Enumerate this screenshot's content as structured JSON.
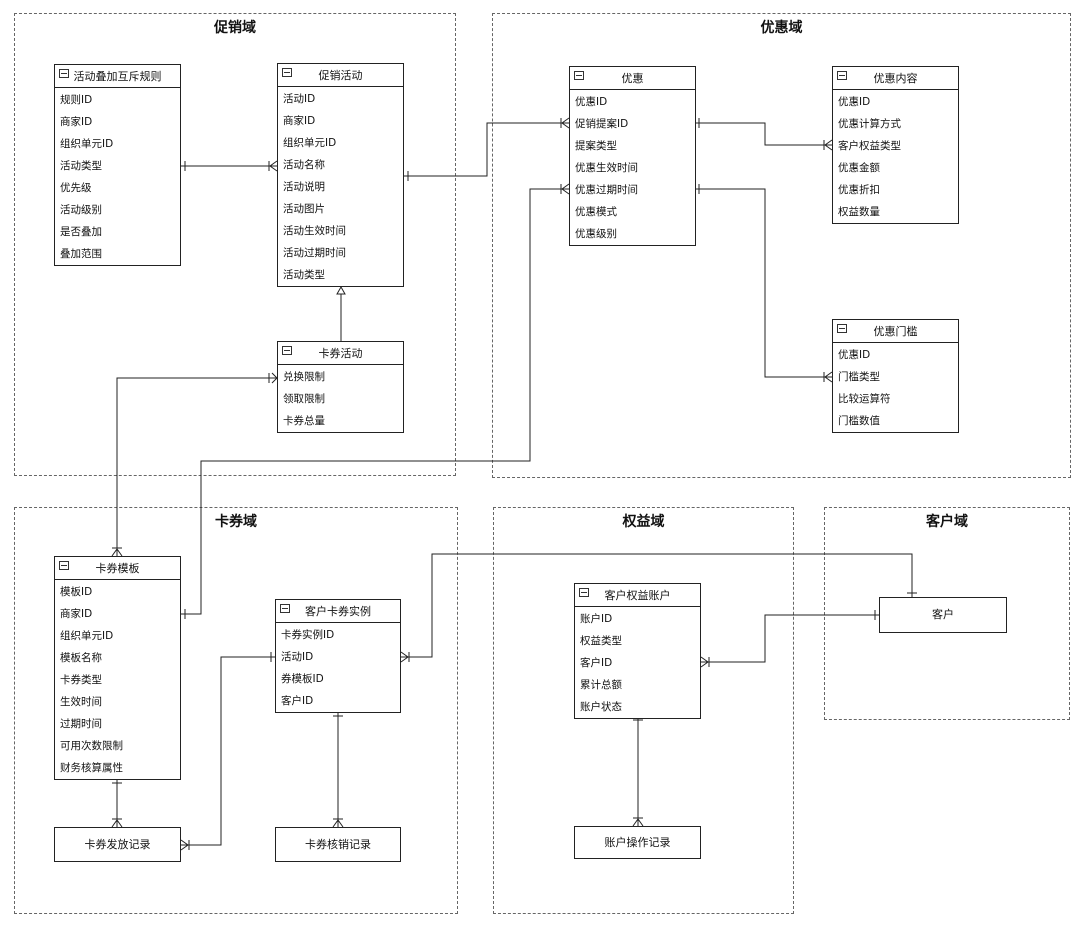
{
  "domains": {
    "promotion": "促销域",
    "discount": "优惠域",
    "coupon": "卡券域",
    "benefit": "权益域",
    "customer": "客户域"
  },
  "entities": {
    "stacking_rule": {
      "title": "活动叠加互斥规则",
      "fields": [
        "规则ID",
        "商家ID",
        "组织单元ID",
        "活动类型",
        "优先级",
        "活动级别",
        "是否叠加",
        "叠加范围"
      ]
    },
    "promo_activity": {
      "title": "促销活动",
      "fields": [
        "活动ID",
        "商家ID",
        "组织单元ID",
        "活动名称",
        "活动说明",
        "活动图片",
        "活动生效时间",
        "活动过期时间",
        "活动类型"
      ]
    },
    "coupon_activity": {
      "title": "卡券活动",
      "fields": [
        "兑换限制",
        "领取限制",
        "卡券总量"
      ]
    },
    "discount": {
      "title": "优惠",
      "fields": [
        "优惠ID",
        "促销提案ID",
        "提案类型",
        "优惠生效时间",
        "优惠过期时间",
        "优惠模式",
        "优惠级别"
      ]
    },
    "discount_content": {
      "title": "优惠内容",
      "fields": [
        "优惠ID",
        "优惠计算方式",
        "客户权益类型",
        "优惠金额",
        "优惠折扣",
        "权益数量"
      ]
    },
    "discount_threshold": {
      "title": "优惠门槛",
      "fields": [
        "优惠ID",
        "门槛类型",
        "比较运算符",
        "门槛数值"
      ]
    },
    "coupon_template": {
      "title": "卡券模板",
      "fields": [
        "模板ID",
        "商家ID",
        "组织单元ID",
        "模板名称",
        "卡券类型",
        "生效时间",
        "过期时间",
        "可用次数限制",
        "财务核算属性"
      ]
    },
    "customer_coupon": {
      "title": "客户卡券实例",
      "fields": [
        "卡券实例ID",
        "活动ID",
        "券模板ID",
        "客户ID"
      ]
    },
    "benefit_account": {
      "title": "客户权益账户",
      "fields": [
        "账户ID",
        "权益类型",
        "客户ID",
        "累计总额",
        "账户状态"
      ]
    }
  },
  "simple_entities": {
    "coupon_issue_record": "卡券发放记录",
    "coupon_redeem_record": "卡券核销记录",
    "account_op_record": "账户操作记录",
    "customer": "客户"
  }
}
